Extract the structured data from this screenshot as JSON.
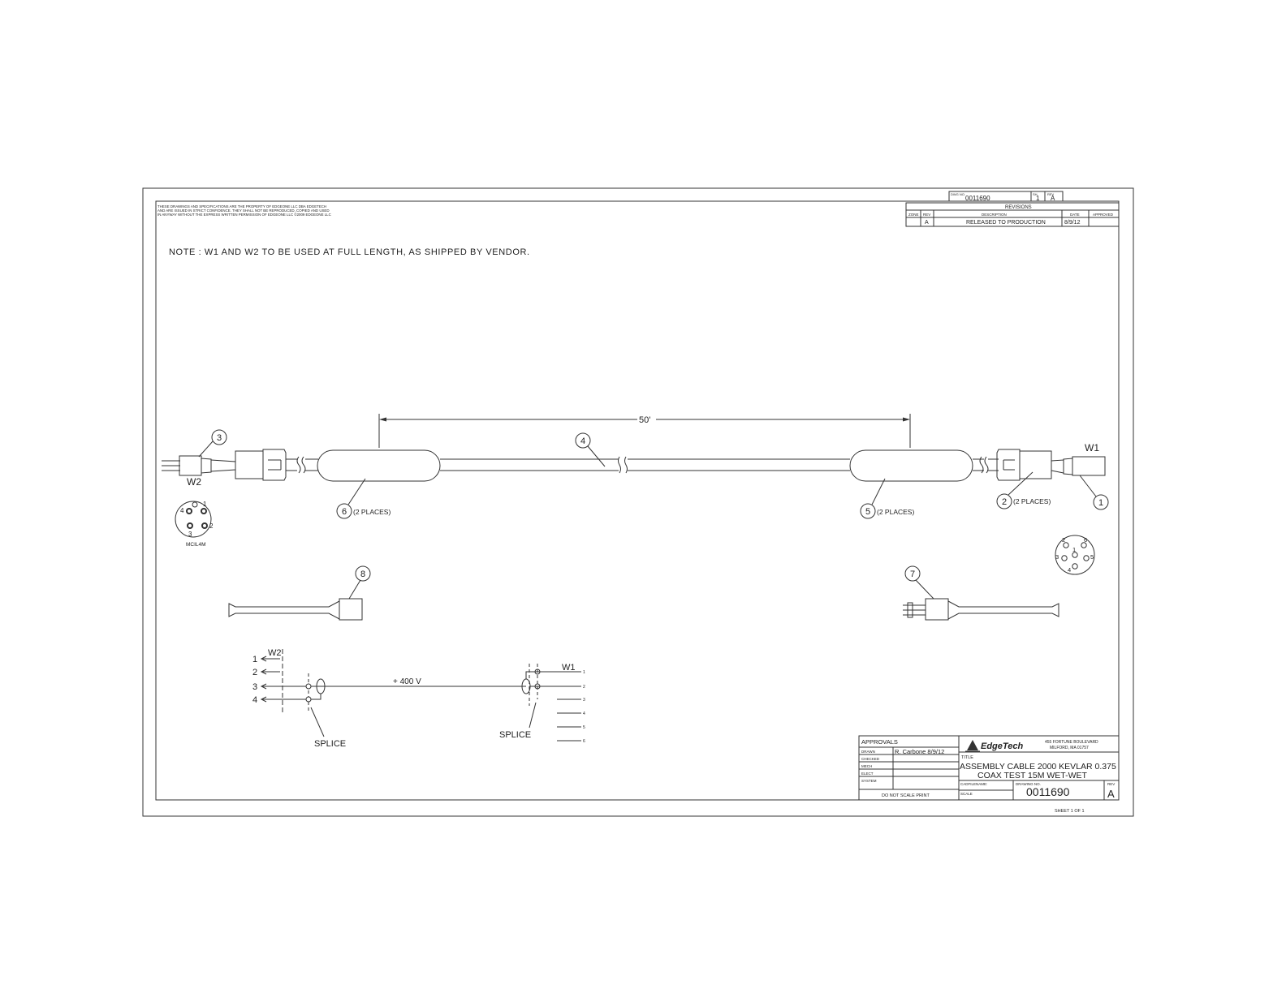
{
  "page": {
    "top_caption": "DWG NO.",
    "sheet_label": "SH",
    "rev_label": "REV"
  },
  "header": {
    "dwg_no": "0011690",
    "sheet_no": "1",
    "rev": "A"
  },
  "proprietary_notice": [
    "THESE DRAWINGS AND SPECIFICATIONS ARE THE PROPERTY OF EDGEONE LLC DBA EDGETECH",
    "AND ARE ISSUED IN STRICT CONFIDENCE. THEY SHALL NOT BE REPRODUCED, COPIED AND USED",
    "IN ANYWAY WITHOUT THE EXPRESS WRITTEN PERMISSION OF EDGEONE LLC ©2009 EDGEONE LLC"
  ],
  "revisions": {
    "title": "REVISIONS",
    "headers": [
      "ZONE",
      "REV",
      "DESCRIPTION",
      "DATE",
      "APPROVED"
    ],
    "rows": [
      {
        "zone": "",
        "rev": "A",
        "description": "RELEASED TO PRODUCTION",
        "date": "8/9/12",
        "approved": ""
      }
    ]
  },
  "note": "NOTE : W1 AND W2 TO BE USED AT FULL LENGTH, AS SHIPPED BY VENDOR.",
  "dimension": "50'",
  "callouts": {
    "b1": "1",
    "b2": "2",
    "b3": "3",
    "b4": "4",
    "b5": "5",
    "b6": "6",
    "b7": "7",
    "b8": "8",
    "places_2": "(2 PLACES)",
    "places_5": "(2 PLACES)",
    "places_6": "(2 PLACES)"
  },
  "labels": {
    "w1": "W1",
    "w2": "W2",
    "connector_w2": "MCIL4M",
    "schematic_w1": "W1",
    "schematic_w2": "W2",
    "voltage": "+ 400 V",
    "splice_left": "SPLICE",
    "splice_right": "SPLICE"
  },
  "pins_w2": {
    "p1": "1",
    "p2": "2",
    "p3": "3",
    "p4": "4"
  },
  "pins_w1": {
    "p1": "1",
    "p2": "2",
    "p3": "3",
    "p4": "4",
    "p5": "5",
    "p6": "6"
  },
  "schematic_left_pins": [
    "1",
    "2",
    "3",
    "4"
  ],
  "schematic_right_pins": [
    "1",
    "2",
    "3",
    "4",
    "5",
    "6"
  ],
  "title_block": {
    "approvals": "APPROVALS",
    "rows": [
      {
        "label": "DRAWN",
        "value": "R. Carbone 8/9/12"
      },
      {
        "label": "CHECKED",
        "value": ""
      },
      {
        "label": "MECH",
        "value": ""
      },
      {
        "label": "ELECT",
        "value": ""
      },
      {
        "label": "SYSTEM",
        "value": ""
      }
    ],
    "do_not_scale": "DO NOT SCALE PRINT",
    "company": "EdgeTech",
    "address_1": "455 FORTUNE BOULEVARD",
    "address_2": "MILFORD, MA 01757",
    "title_label": "TITLE",
    "title_1": "ASSEMBLY CABLE 2000  KEVLAR 0.375",
    "title_2": "COAX TEST 15M WET-WET",
    "cad_label": "CADFILENAME:",
    "scale_label": "SCALE",
    "dwg_label": "DRAWING NO.",
    "dwg_no": "0011690",
    "rev_label": "REV",
    "rev": "A",
    "sheet": "SHEET 1 OF 1"
  }
}
